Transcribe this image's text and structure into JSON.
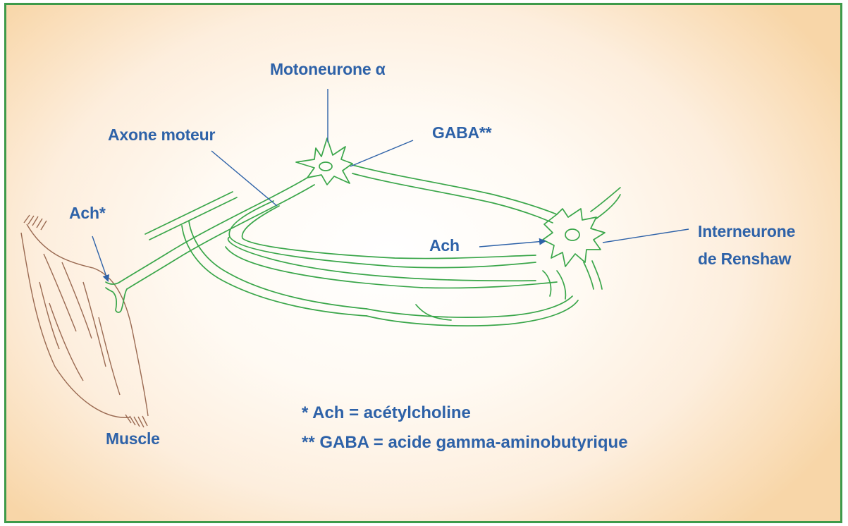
{
  "labels": {
    "motoneurone": "Motoneurone α",
    "axone_moteur": "Axone moteur",
    "gaba": "GABA**",
    "ach_muscle": "Ach*",
    "ach_renshaw": "Ach",
    "interneurone_line1": "Interneurone",
    "interneurone_line2": "de Renshaw",
    "muscle": "Muscle"
  },
  "legend": {
    "ach": "* Ach = acétylcholine",
    "gaba": "** GABA = acide gamma-aminobutyrique"
  },
  "colors": {
    "neuron_stroke": "#3aa64a",
    "label_blue": "#2e62a8",
    "muscle_stroke": "#9a6a52",
    "border": "#3e9a4a",
    "background_edge": "#f8d6a8"
  }
}
